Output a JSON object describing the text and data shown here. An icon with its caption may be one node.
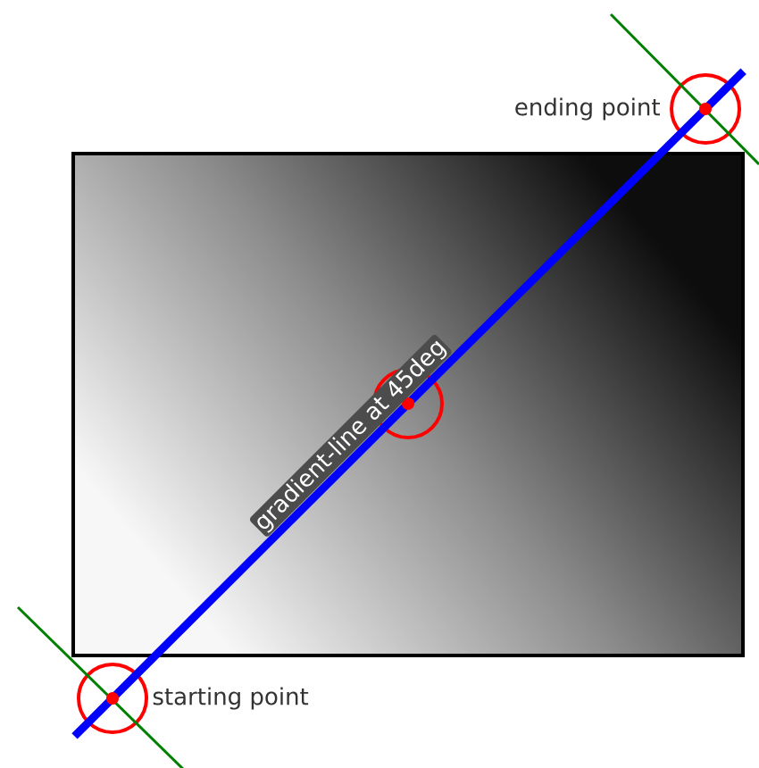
{
  "diagram": {
    "nodes": [
      {
        "text": [],
        "shape": "circle",
        "beside": [
          "starting point"
        ]
      },
      {
        "text": [],
        "shape": "circle"
      },
      {
        "text": [],
        "shape": "circle",
        "beside": [
          "ending point"
        ]
      }
    ],
    "edges": [
      {
        "from": 0,
        "to": 1,
        "arrow": "none",
        "label": "gradient-line at 45deg",
        "color": "#0000ff"
      },
      {
        "from": 1,
        "to": 2,
        "arrow": "none",
        "color": "#0000ff"
      }
    ]
  }
}
